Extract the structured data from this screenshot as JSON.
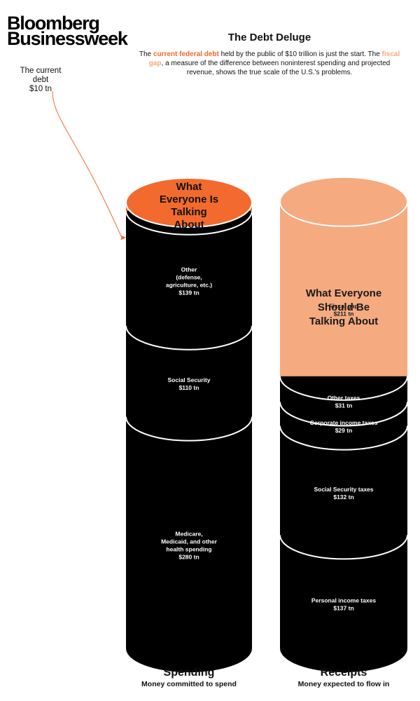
{
  "brand": {
    "line1": "Bloomberg",
    "line2": "Businessweek"
  },
  "title": "The Debt Deluge",
  "subtitle": {
    "part1": "The ",
    "highlight1": "current federal debt",
    "part2": " held by the public of $10 trillion is just the start. The ",
    "highlight2": "fiscal gap",
    "part3": ", a measure of the difference between noninterest spending and projected revenue, shows the true scale of the U.S.'s problems."
  },
  "callout": {
    "line1": "The current debt",
    "line2": "$10 tn"
  },
  "colors": {
    "black": "#000000",
    "orange": "#f26a2e",
    "peach": "#f6aa80",
    "white": "#ffffff"
  },
  "chart_data": {
    "type": "bar",
    "title": "The Debt Deluge",
    "units": "tn",
    "series": [
      {
        "name": "Spending",
        "subtitle": "Money committed to spend",
        "segments": [
          {
            "label": [
              "Medicare,",
              "Medicaid, and other",
              "health spending"
            ],
            "value": 280,
            "display": "$280 tn",
            "color": "#000000"
          },
          {
            "label": [
              "Social Security"
            ],
            "value": 110,
            "display": "$110 tn",
            "color": "#000000"
          },
          {
            "label": [
              "Other",
              "(defense,",
              "agriculture, etc.)"
            ],
            "value": 139,
            "display": "$139 tn",
            "color": "#000000"
          },
          {
            "label": [],
            "value": 10,
            "display": "",
            "color": "#f26a2e"
          }
        ],
        "top_label": [
          "What",
          "Everyone Is",
          "Talking",
          "About"
        ]
      },
      {
        "name": "Receipts",
        "subtitle": "Money expected to flow in",
        "segments": [
          {
            "label": [
              "Personal income taxes"
            ],
            "value": 137,
            "display": "$137 tn",
            "color": "#000000"
          },
          {
            "label": [
              "Social Security taxes"
            ],
            "value": 132,
            "display": "$132 tn",
            "color": "#000000"
          },
          {
            "label": [
              "Corporate income taxes"
            ],
            "value": 29,
            "display": "$29 tn",
            "color": "#000000"
          },
          {
            "label": [
              "Other taxes"
            ],
            "value": 31,
            "display": "$31 tn",
            "color": "#000000"
          },
          {
            "label": [
              "Fiscal gap"
            ],
            "value": 211,
            "display": "$211 tn",
            "color": "#f6aa80"
          }
        ],
        "top_label": [
          "What Everyone",
          "Should Be",
          "Talking About"
        ]
      }
    ]
  }
}
